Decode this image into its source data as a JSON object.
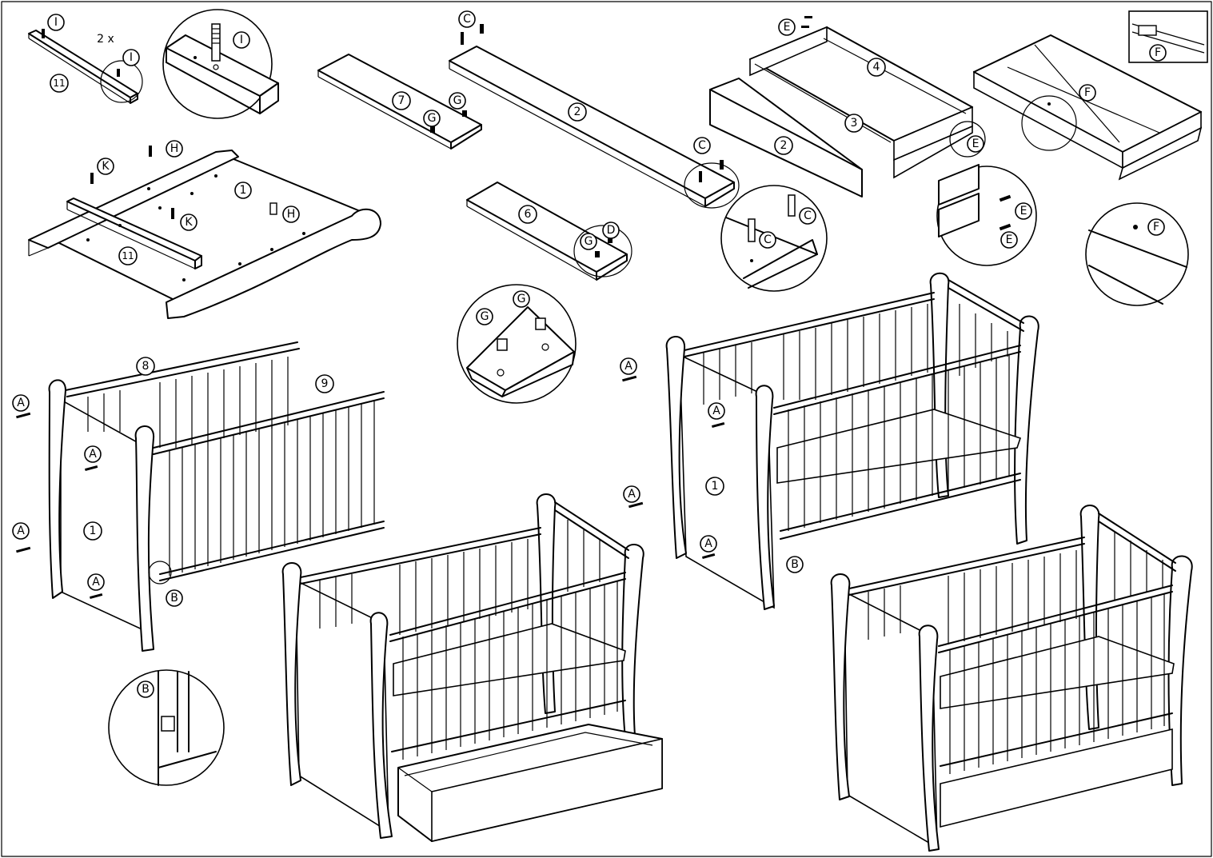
{
  "labels": {
    "I": "I",
    "K": "K",
    "H": "H",
    "C": "C",
    "G": "G",
    "D": "D",
    "E": "E",
    "F": "F",
    "A": "A",
    "B": "B",
    "p1": "1",
    "p2": "2",
    "p3": "3",
    "p4": "4",
    "p6": "6",
    "p7": "7",
    "p8": "8",
    "p9": "9",
    "p11": "11"
  },
  "quantity": "2 x"
}
